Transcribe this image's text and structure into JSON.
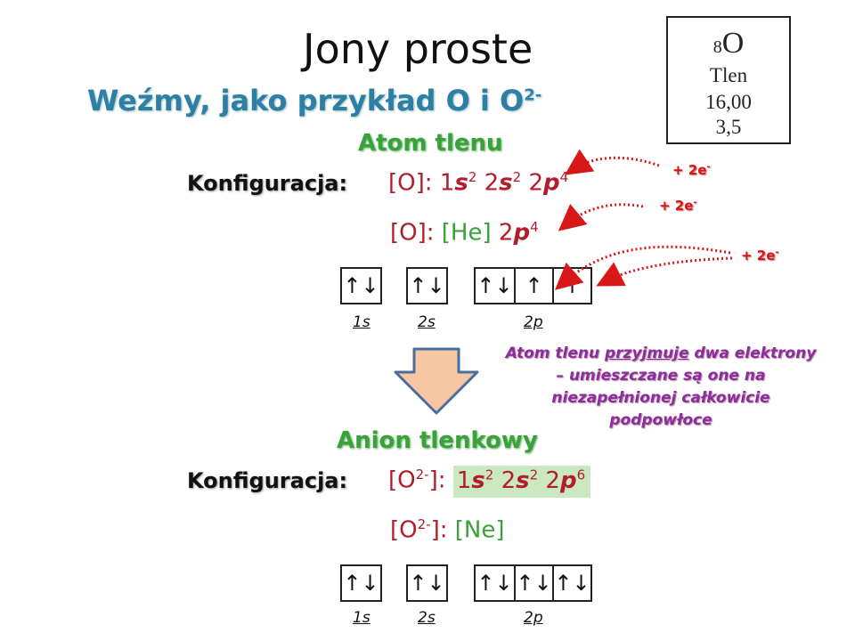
{
  "title": "Jony proste",
  "subtitle": {
    "text": "Weźmy, jako przykład O i O",
    "sup": "2-"
  },
  "periodic_cell": {
    "atomic_number": "8",
    "symbol": "O",
    "name": "Tlen",
    "mass": "16,00",
    "electronegativity": "3,5"
  },
  "atom": {
    "heading": "Atom tlenu",
    "label": "Konfiguracja:",
    "config1": {
      "prefix": "[O]: 1",
      "s1": "s",
      "e1": "2",
      "mid1": " 2",
      "s2": "s",
      "e2": "2",
      "mid2": " 2",
      "p": "p",
      "e3": "4"
    },
    "config2": {
      "prefix": "[O]: ",
      "core": "[He]",
      "mid": " 2",
      "p": "p",
      "e": "4"
    },
    "orbitals": [
      {
        "label": "1s",
        "cells": [
          "↑↓"
        ]
      },
      {
        "label": "2s",
        "cells": [
          "↑↓"
        ]
      },
      {
        "label": "2p",
        "cells": [
          "↑↓",
          "↑",
          "↑"
        ]
      }
    ],
    "electron_labels": [
      {
        "text": "+ 2e",
        "sup": "-"
      },
      {
        "text": "+ 2e",
        "sup": "-"
      },
      {
        "text": "+ 2e",
        "sup": "-"
      }
    ]
  },
  "note": {
    "l1_pre": "Atom tlenu ",
    "l1_u": "przyjmuje",
    "l1_post": " dwa elektrony",
    "l2": "– umieszczane są one na",
    "l3": "niezapełnionej całkowicie",
    "l4": "podpowłoce"
  },
  "anion": {
    "heading": "Anion tlenkowy",
    "label": "Konfiguracja:",
    "config1": {
      "prefix": "[O",
      "charge": "2-",
      "rest": "]: ",
      "b1": "1",
      "s1": "s",
      "e1": "2",
      "b2": " 2",
      "s2": "s",
      "e2": "2",
      "b3": " 2",
      "p": "p",
      "e3": "6"
    },
    "config2": {
      "prefix": "[O",
      "charge": "2-",
      "rest": "]: ",
      "core": "[Ne]"
    },
    "orbitals": [
      {
        "label": "1s",
        "cells": [
          "↑↓"
        ]
      },
      {
        "label": "2s",
        "cells": [
          "↑↓"
        ]
      },
      {
        "label": "2p",
        "cells": [
          "↑↓",
          "↑↓",
          "↑↓"
        ]
      }
    ]
  },
  "colors": {
    "accent_blue": "#2e7fa5",
    "green": "#3aa23a",
    "red": "#b01e2e",
    "purple": "#8a2f9a",
    "arrow_red": "#d81818",
    "highlight": "#cce8c0"
  }
}
